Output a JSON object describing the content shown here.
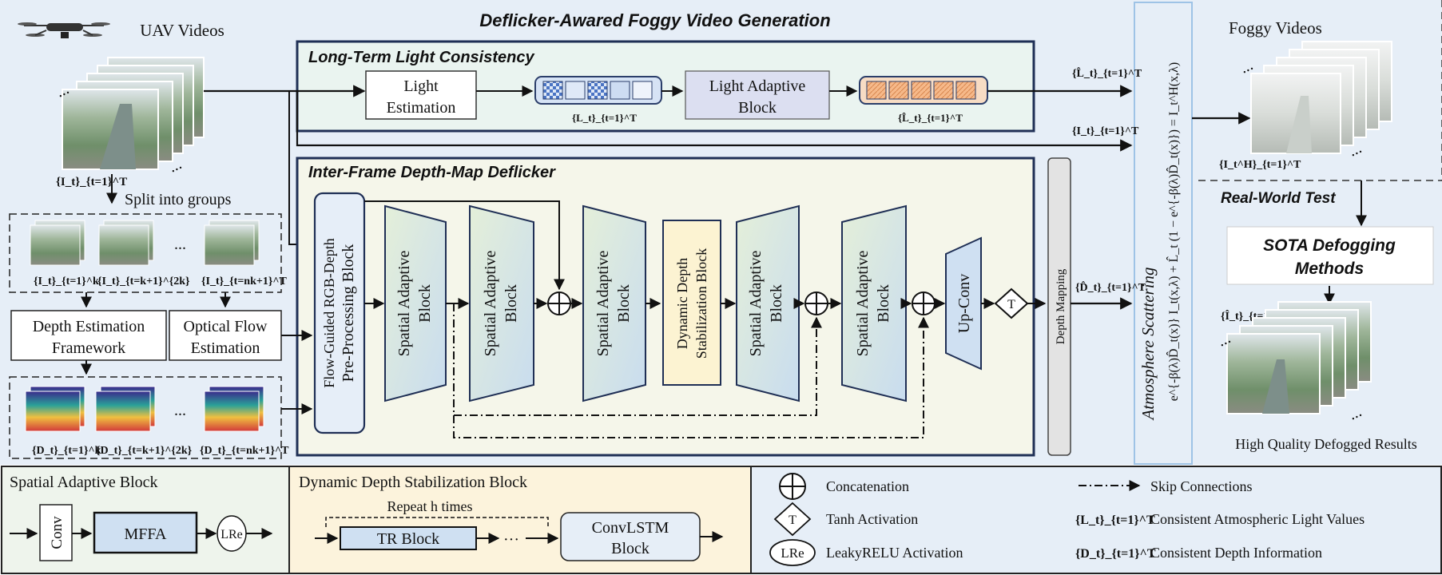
{
  "header": {
    "title": "Deflicker-Awared Foggy Video Generation"
  },
  "input": {
    "title": "UAV Videos",
    "frames_label": "{I_t}_{t=1}^T",
    "split_label": "Split into groups"
  },
  "groups": {
    "rgb": [
      "{I_t}_{t=1}^k",
      "{I_t}_{t=k+1}^{2k}",
      "{I_t}_{t=nk+1}^T"
    ],
    "depth": [
      "{D_t}_{t=1}^k",
      "{D_t}_{t=k+1}^{2k}",
      "{D_t}_{t=nk+1}^T"
    ],
    "ellipsis": "..."
  },
  "preprocess": {
    "depth_estimation": [
      "Depth Estimation",
      "Framework"
    ],
    "optical_flow": [
      "Optical Flow",
      "Estimation"
    ]
  },
  "light_consistency": {
    "title": "Long-Term Light Consistency",
    "light_estimation": [
      "Light",
      "Estimation"
    ],
    "light_values_label": "{L_t}_{t=1}^T",
    "light_adaptive": [
      "Light Adaptive",
      "Block"
    ],
    "consistent_light_label": "{L̂_t}_{t=1}^T"
  },
  "depth_deflicker": {
    "title": "Inter-Frame Depth-Map Deflicker",
    "preprocessing_block": [
      "Flow-Guided RGB-Depth",
      "Pre-Processing Block"
    ],
    "spatial_adaptive": [
      "Spatial Adaptive",
      "Block"
    ],
    "dynamic_depth": [
      "Dynamic Depth",
      "Stabilization Block"
    ],
    "up_conv": "Up-Conv",
    "tanh": "T",
    "depth_mapping": "Depth Mapping",
    "output_label": "{D̂_t}_{t=1}^T"
  },
  "signals": {
    "light_hat": "{L̂_t}_{t=1}^T",
    "frames": "{I_t}_{t=1}^T"
  },
  "atmosphere": {
    "title": "Atmosphere Scattering",
    "formula": "e^{-β(λ)D̂_t(x)} I_t(x,λ) + L̂_t (1 − e^{-β(λ)D̂_t(x)}) = I_t^H(x,λ)"
  },
  "output": {
    "foggy_title": "Foggy Videos",
    "foggy_label": "{I_t^H}_{t=1}^T",
    "real_world": "Real-World Test",
    "sota": [
      "SOTA Defogging",
      "Methods"
    ],
    "defogged_label": "{Î_t}_{t=1}^T",
    "result_caption": "High Quality Defogged Results"
  },
  "legend_spatial": {
    "title": "Spatial Adaptive Block",
    "conv": "Conv",
    "mffa": "MFFA",
    "lre": "LRe"
  },
  "legend_dynamic": {
    "title": "Dynamic Depth Stabilization Block",
    "repeat": "Repeat h times",
    "tr_block": "TR Block",
    "dots": "···",
    "convlstm": [
      "ConvLSTM",
      "Block"
    ]
  },
  "legend_symbols": {
    "concatenation": "Concatenation",
    "tanh": "Tanh Activation",
    "leaky": "LeakyRELU Activation",
    "skip": "Skip Connections",
    "light_values": "Consistent Atmospheric Light Values",
    "depth_info": "Consistent Depth Information",
    "sym_light": "{L_t}_{t=1}^T",
    "sym_depth": "{D_t}_{t=1}^T"
  },
  "colors": {
    "panel_blue": "#e6eef7",
    "panel_green": "#eef4ec",
    "panel_yellow": "#fcf3dc",
    "block_fill": "#d8e6f3",
    "accent_blue": "#3a7fd0"
  }
}
